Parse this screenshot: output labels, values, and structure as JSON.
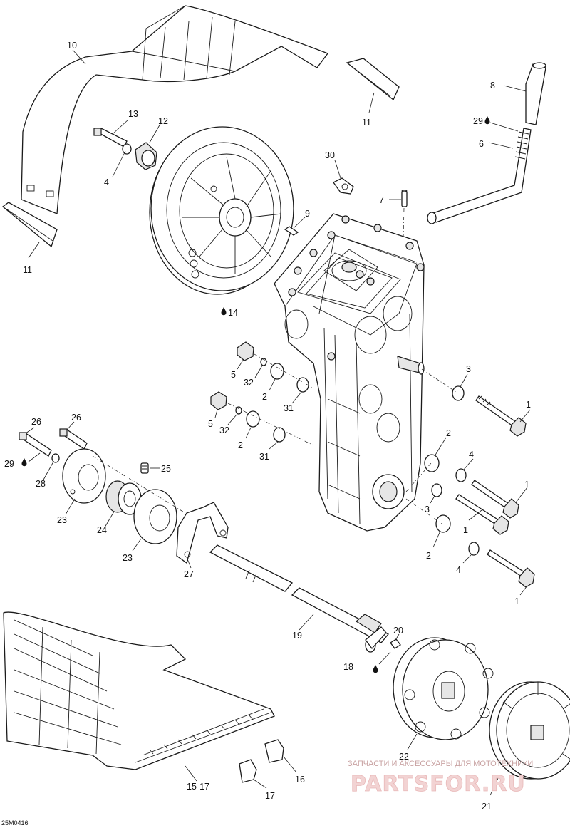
{
  "diagram_code": "25M0416",
  "watermark": {
    "tagline": "ЗАПЧАСТИ И АКСЕССУАРЫ ДЛЯ МОТОТЕХНИКИ",
    "brand": "PARTSFOR.RU"
  },
  "callouts": {
    "c1": "1",
    "c2": "2",
    "c3": "3",
    "c4": "4",
    "c5": "5",
    "c6": "6",
    "c7": "7",
    "c8": "8",
    "c9": "9",
    "c10": "10",
    "c11": "11",
    "c12": "12",
    "c13": "13",
    "c14": "14",
    "c15_17": "15-17",
    "c16": "16",
    "c17": "17",
    "c18": "18",
    "c19": "19",
    "c20": "20",
    "c21": "21",
    "c22": "22",
    "c23": "23",
    "c24": "24",
    "c25": "25",
    "c26": "26",
    "c27": "27",
    "c28": "28",
    "c29": "29",
    "c30": "30",
    "c31": "31",
    "c32": "32"
  },
  "icons": {
    "lubricant": "oil-drop-icon"
  }
}
